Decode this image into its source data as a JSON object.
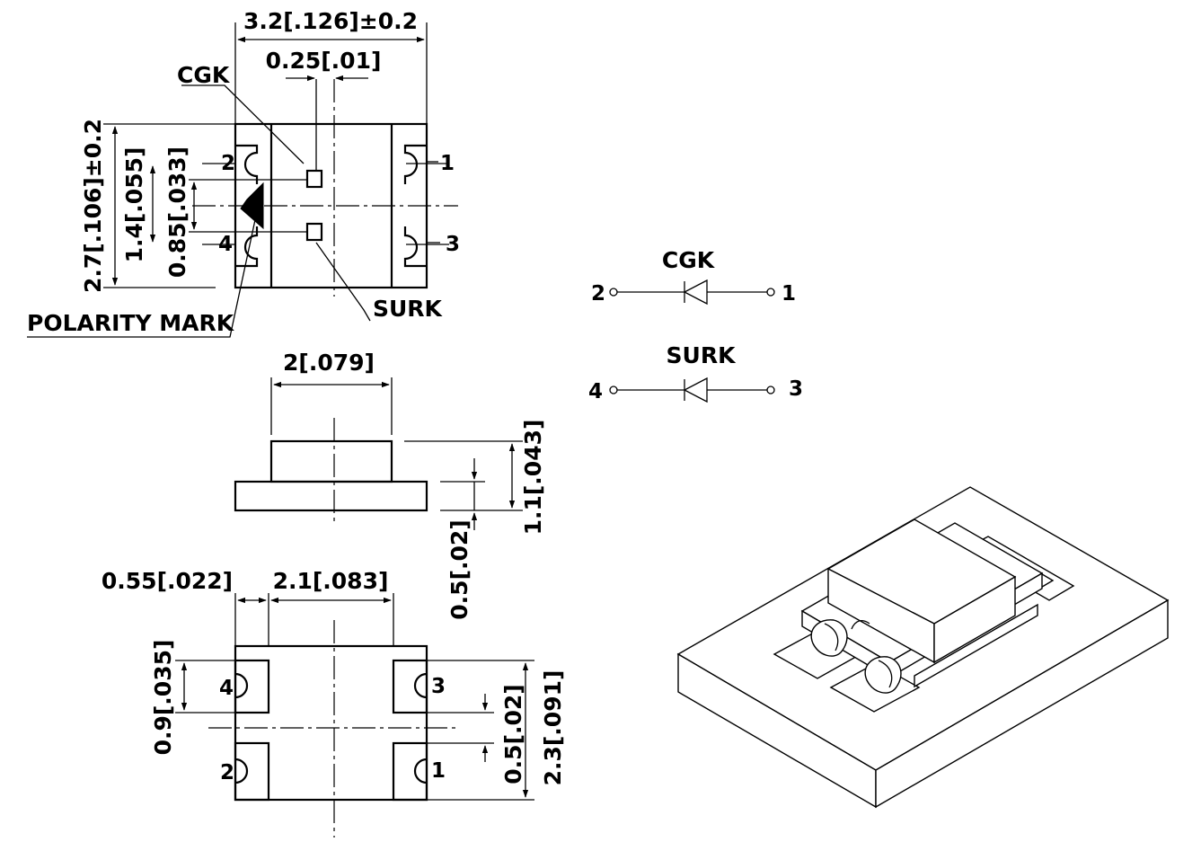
{
  "top_view": {
    "dim_width": "3.2[.126]±0.2",
    "dim_gap": "0.25[.01]",
    "dim_height": "2.7[.106]±0.2",
    "dim_pitch": "1.4[.055]",
    "dim_inner": "0.85[.033]",
    "chip_top_label": "CGK",
    "chip_bottom_label": "SURK",
    "polarity_label": "POLARITY  MARK",
    "pins": {
      "p1": "1",
      "p2": "2",
      "p3": "3",
      "p4": "4"
    }
  },
  "schematic": {
    "diode_top_label": "CGK",
    "diode_bottom_label": "SURK",
    "top_left_pin": "2",
    "top_right_pin": "1",
    "bottom_left_pin": "4",
    "bottom_right_pin": "3"
  },
  "side_view": {
    "dim_lens_width": "2[.079]",
    "dim_total_height": "1.1[.043]",
    "dim_base_height": "0.5[.02]"
  },
  "pad_layout": {
    "dim_pad_width": "0.55[.022]",
    "dim_pad_span": "2.1[.083]",
    "dim_pad_height": "0.9[.035]",
    "dim_pad_gap": "0.5[.02]",
    "dim_total": "2.3[.091]",
    "pins": {
      "p1": "1",
      "p2": "2",
      "p3": "3",
      "p4": "4"
    }
  },
  "colors": {
    "line": "#000000",
    "background": "#ffffff"
  }
}
